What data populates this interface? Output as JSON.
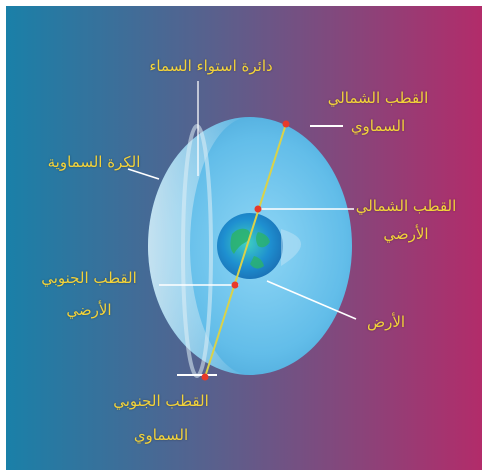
{
  "labels": {
    "celestial_equator": "دائرة استواء السماء",
    "celestial_north_pole": [
      "القطب الشمالي",
      "السماوي"
    ],
    "celestial_sphere": "الكرة السماوية",
    "earth_north_pole": [
      "القطب الشمالي",
      "الأرضي"
    ],
    "earth_south_pole": [
      "القطب الجنوبي",
      "الأرضي"
    ],
    "earth": "الأرض",
    "celestial_south_pole": [
      "القطب الجنوبي",
      "السماوي"
    ]
  },
  "colors": {
    "background_left": "#1c7fa6",
    "background_right": "#b02e6c",
    "label_text": "#f2d23a",
    "axis_line": "#d9d24a",
    "pole_dot": "#e83a2a",
    "sphere": "#6fc3ec"
  }
}
